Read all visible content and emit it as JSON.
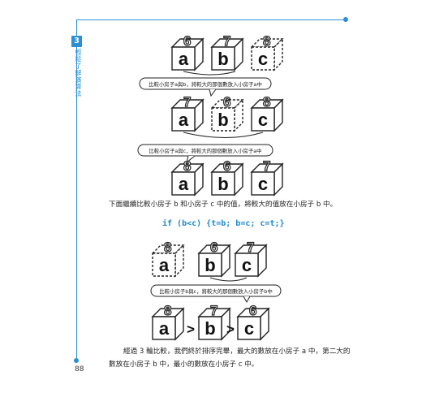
{
  "chapter": {
    "number": "3",
    "title": "輕鬆了解演算法"
  },
  "page_number": "88",
  "boxes_row1": [
    {
      "letter": "a",
      "value": "6",
      "style": "solid"
    },
    {
      "letter": "b",
      "value": "7",
      "style": "solid"
    },
    {
      "letter": "c",
      "value": "8",
      "style": "dashed"
    }
  ],
  "note1": "比較小房子a與b，將較大的那個數放入小房子a中",
  "boxes_row2": [
    {
      "letter": "a",
      "value": "7",
      "style": "solid"
    },
    {
      "letter": "b",
      "value": "6",
      "style": "dashed"
    },
    {
      "letter": "c",
      "value": "8",
      "style": "solid"
    }
  ],
  "note2": "比較小房子a與c，將較大的那個數放入小房子a中",
  "boxes_row3": [
    {
      "letter": "a",
      "value": "8",
      "style": "solid"
    },
    {
      "letter": "b",
      "value": "6",
      "style": "solid"
    },
    {
      "letter": "c",
      "value": "7",
      "style": "solid"
    }
  ],
  "paragraph1": "下面繼續比較小房子 b 和小房子 c 中的值，將較大的值放在小房子 b 中。",
  "code_line": "if (b<c) {t=b; b=c; c=t;}",
  "boxes_row4": [
    {
      "letter": "a",
      "value": "8",
      "style": "dashed"
    },
    {
      "letter": "b",
      "value": "6",
      "style": "solid"
    },
    {
      "letter": "c",
      "value": "7",
      "style": "solid"
    }
  ],
  "note3": "比較小房子b與c，將較大的那個數放入小房子b中",
  "boxes_row5": [
    {
      "letter": "a",
      "value": "8",
      "style": "solid"
    },
    {
      "letter": "b",
      "value": "7",
      "style": "solid"
    },
    {
      "letter": "c",
      "value": "6",
      "style": "solid"
    }
  ],
  "greater_sign": ">",
  "paragraph2_line1": "經過 3 輪比較，我們終於排序完畢，最大的數放在小房子 a 中，第二大的",
  "paragraph2_line2": "數放在小房子 b 中，最小的數放在小房子 c 中。",
  "colors": {
    "accent": "#2a8fd6",
    "code": "#1e88d3"
  }
}
